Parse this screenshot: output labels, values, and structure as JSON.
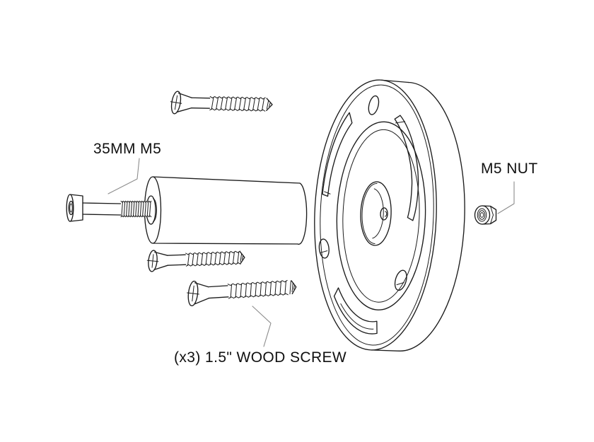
{
  "diagram": {
    "type": "exploded-assembly-line-drawing",
    "labels": {
      "bolt": "35MM M5",
      "nut": "M5 NUT",
      "wood_screws": "(x3) 1.5\" WOOD SCREW"
    },
    "colors": {
      "background": "#ffffff",
      "line": "#1c1c1c",
      "leader_line": "#8c8c8c",
      "text": "#101010"
    },
    "parts": [
      "countersunk-wood-screw-top",
      "socket-head-cap-screw",
      "cylindrical-spacer",
      "countersunk-wood-screw-middle",
      "countersunk-wood-screw-long",
      "round-mounting-flange",
      "m5-hex-nut"
    ]
  }
}
